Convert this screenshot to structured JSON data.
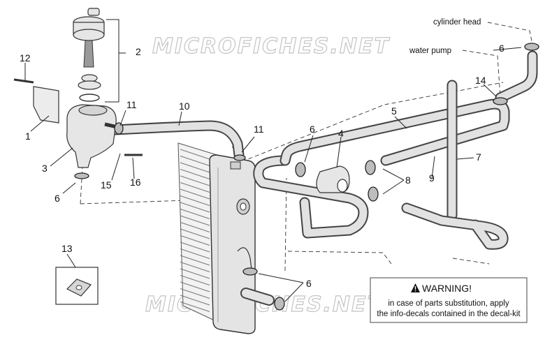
{
  "watermark": "MICROFICHES.NET",
  "callouts": {
    "c1": "1",
    "c2": "2",
    "c3": "3",
    "c4": "4",
    "c5": "5",
    "c6a": "6",
    "c6b": "6",
    "c6c": "6",
    "c6d": "6",
    "c7": "7",
    "c8": "8",
    "c9": "9",
    "c10": "10",
    "c11a": "11",
    "c11b": "11",
    "c12": "12",
    "c13": "13",
    "c14": "14",
    "c15": "15",
    "c16": "16"
  },
  "connections": {
    "cylinder_head": "cylinder head",
    "water_pump": "water pump"
  },
  "warning": {
    "title": "WARNING!",
    "line1": "in case of parts substitution, apply",
    "line2": "the info-decals contained in the decal-kit"
  }
}
